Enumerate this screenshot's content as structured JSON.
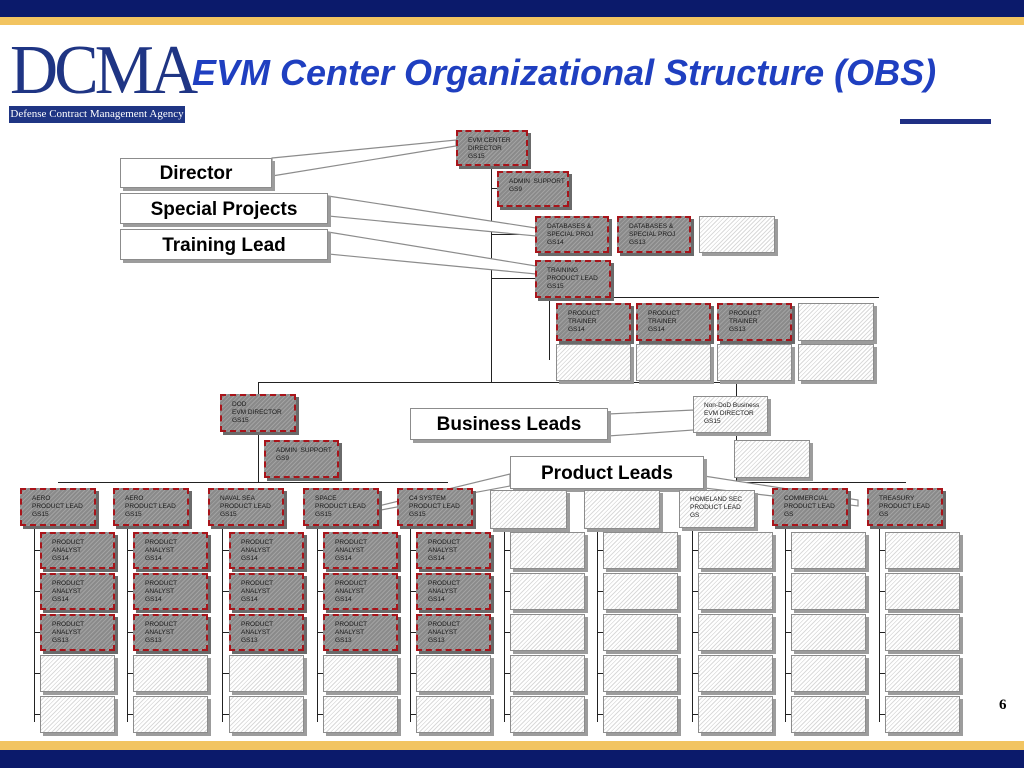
{
  "logo": {
    "main": "DCMA",
    "sub": "Defense Contract Management Agency"
  },
  "title": "EVM Center Organizational Structure (OBS)",
  "page_number": "6",
  "callouts": {
    "director": "Director",
    "special_projects": "Special Projects",
    "training_lead": "Training Lead",
    "business_leads": "Business Leads",
    "product_leads": "Product Leads"
  },
  "positions": {
    "evm_director": "EVM CENTER\nDIRECTOR\nGS15",
    "admin_support_top": "ADMIN  SUPPORT\nGS9",
    "databases_gs14": "DATABASES &\nSPECIAL PROJ\nGS14",
    "databases_gs13": "DATABASES &\nSPECIAL PROJ\nGS13",
    "training_lead": "TRAINING\nPRODUCT LEAD\nGS15",
    "trainer_1": "PRODUCT\nTRAINER\nGS14",
    "trainer_2": "PRODUCT\nTRAINER\nGS14",
    "trainer_3": "PRODUCT\nTRAINER\nGS13",
    "dod_director": "DOD\nEVM DIRECTOR\nGS15",
    "nondod_director": "Non-DoD Business\nEVM DIRECTOR\nGS15",
    "admin_support_dod": "ADMIN  SUPPORT\nGS9",
    "aero_1": "AERO\nPRODUCT LEAD\nGS15",
    "aero_2": "AERO\nPRODUCT LEAD\nGS15",
    "naval_sea": "NAVAL SEA\nPRODUCT LEAD\nGS15",
    "space": "SPACE\nPRODUCT LEAD\nGS15",
    "c4_system": "C4 SYSTEM\nPRODUCT LEAD\nGS15",
    "homeland_sec": "HOMELAND SEC\nPRODUCT LEAD\nGS",
    "commercial": "COMMERCIAL\nPRODUCT LEAD\nGS",
    "treasury": "TREASURY\nPRODUCT LEAD\nGS"
  },
  "analysts": {
    "gs14": "PRODUCT\nANALYST\nGS14",
    "gs13": "PRODUCT\nANALYST\nGS13"
  }
}
